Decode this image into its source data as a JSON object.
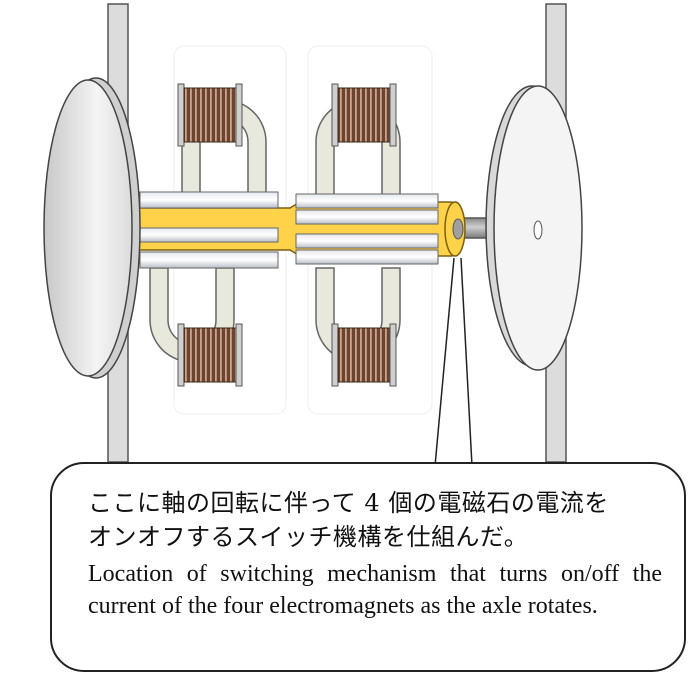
{
  "callout": {
    "jp_line1": "ここに軸の回転に伴って 4 個の電磁石の電流を",
    "jp_line2": "オンオフするスイッチ機構を仕組んだ。",
    "en_text": "Location of switching mechanism that turns on/off the current of the four electromagnets as the axle rotates."
  },
  "colors": {
    "axle_sleeve": "#ffd24a",
    "coil_copper": "#6b4331",
    "yoke": "#e8e8dc",
    "wheel": "#f4f4f4",
    "rail": "#dcdcdc"
  }
}
